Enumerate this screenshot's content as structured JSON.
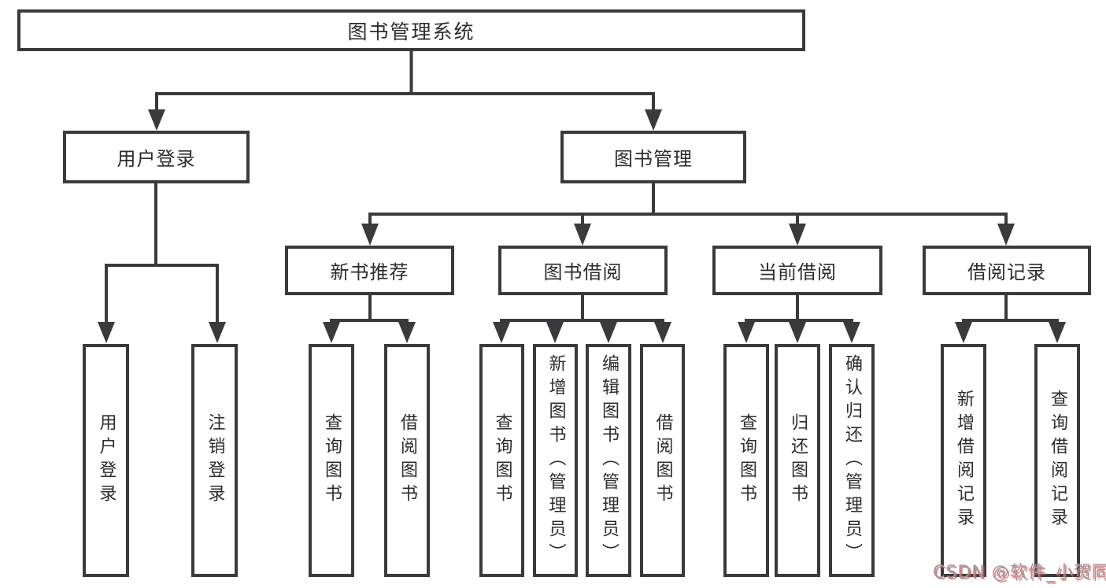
{
  "diagram": {
    "title": "图书管理系统",
    "root": {
      "label": "图书管理系统",
      "children": [
        {
          "label": "用户登录",
          "children": [
            {
              "label": "用户登录"
            },
            {
              "label": "注销登录"
            }
          ]
        },
        {
          "label": "图书管理",
          "children": [
            {
              "label": "新书推荐",
              "children": [
                {
                  "label": "查询图书"
                },
                {
                  "label": "借阅图书"
                }
              ]
            },
            {
              "label": "图书借阅",
              "children": [
                {
                  "label": "查询图书"
                },
                {
                  "label": "新增图书（管理员）"
                },
                {
                  "label": "编辑图书（管理员）"
                },
                {
                  "label": "借阅图书"
                }
              ]
            },
            {
              "label": "当前借阅",
              "children": [
                {
                  "label": "查询图书"
                },
                {
                  "label": "归还图书"
                },
                {
                  "label": "确认归还（管理员）"
                }
              ]
            },
            {
              "label": "借阅记录",
              "children": [
                {
                  "label": "新增借阅记录"
                },
                {
                  "label": "查询借阅记录"
                }
              ]
            }
          ]
        }
      ]
    },
    "watermark": {
      "text": "CSDN @软件_小贺同学"
    },
    "colors": {
      "line": "#3a3a3c",
      "text": "#2c2c2e",
      "box_fill": "#ffffff",
      "background": "#ffffff",
      "watermark_gray": "#9c9ca0",
      "watermark_red": "#e05050"
    }
  }
}
